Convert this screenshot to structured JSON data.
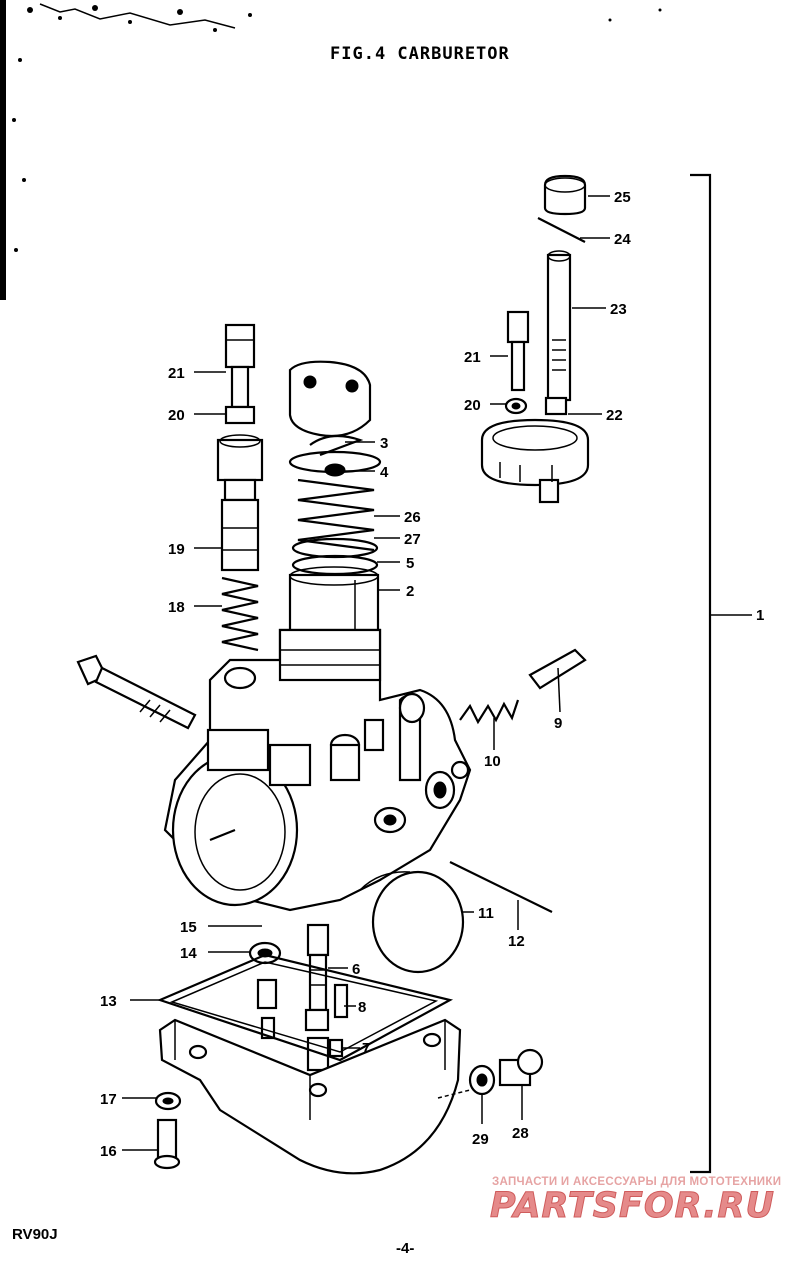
{
  "figure_title": "FIG.4  CARBURETOR",
  "footer": {
    "model": "RV90J",
    "page": "-4-"
  },
  "watermark": {
    "subtitle": "ЗАПЧАСТИ И АКСЕССУАРЫ ДЛЯ МОТОТЕХНИКИ",
    "logo": "PARTSFOR.RU"
  },
  "callouts": [
    "1",
    "2",
    "3",
    "4",
    "5",
    "6",
    "7",
    "8",
    "9",
    "10",
    "11",
    "12",
    "13",
    "14",
    "15",
    "16",
    "17",
    "18",
    "19",
    "20",
    "21",
    "22",
    "23",
    "24",
    "25",
    "26",
    "27",
    "28",
    "29"
  ],
  "callout_labels": {
    "c1": "1",
    "c2": "2",
    "c3": "3",
    "c4": "4",
    "c5": "5",
    "c6": "6",
    "c7": "7",
    "c8": "8",
    "c9": "9",
    "c10": "10",
    "c11": "11",
    "c12": "12",
    "c13": "13",
    "c14": "14",
    "c15": "15",
    "c16": "16",
    "c17": "17",
    "c18": "18",
    "c19": "19",
    "c20a": "20",
    "c20b": "20",
    "c21a": "21",
    "c21b": "21",
    "c22": "22",
    "c23": "23",
    "c24": "24",
    "c25": "25",
    "c26": "26",
    "c27": "27",
    "c28": "28",
    "c29": "29"
  }
}
